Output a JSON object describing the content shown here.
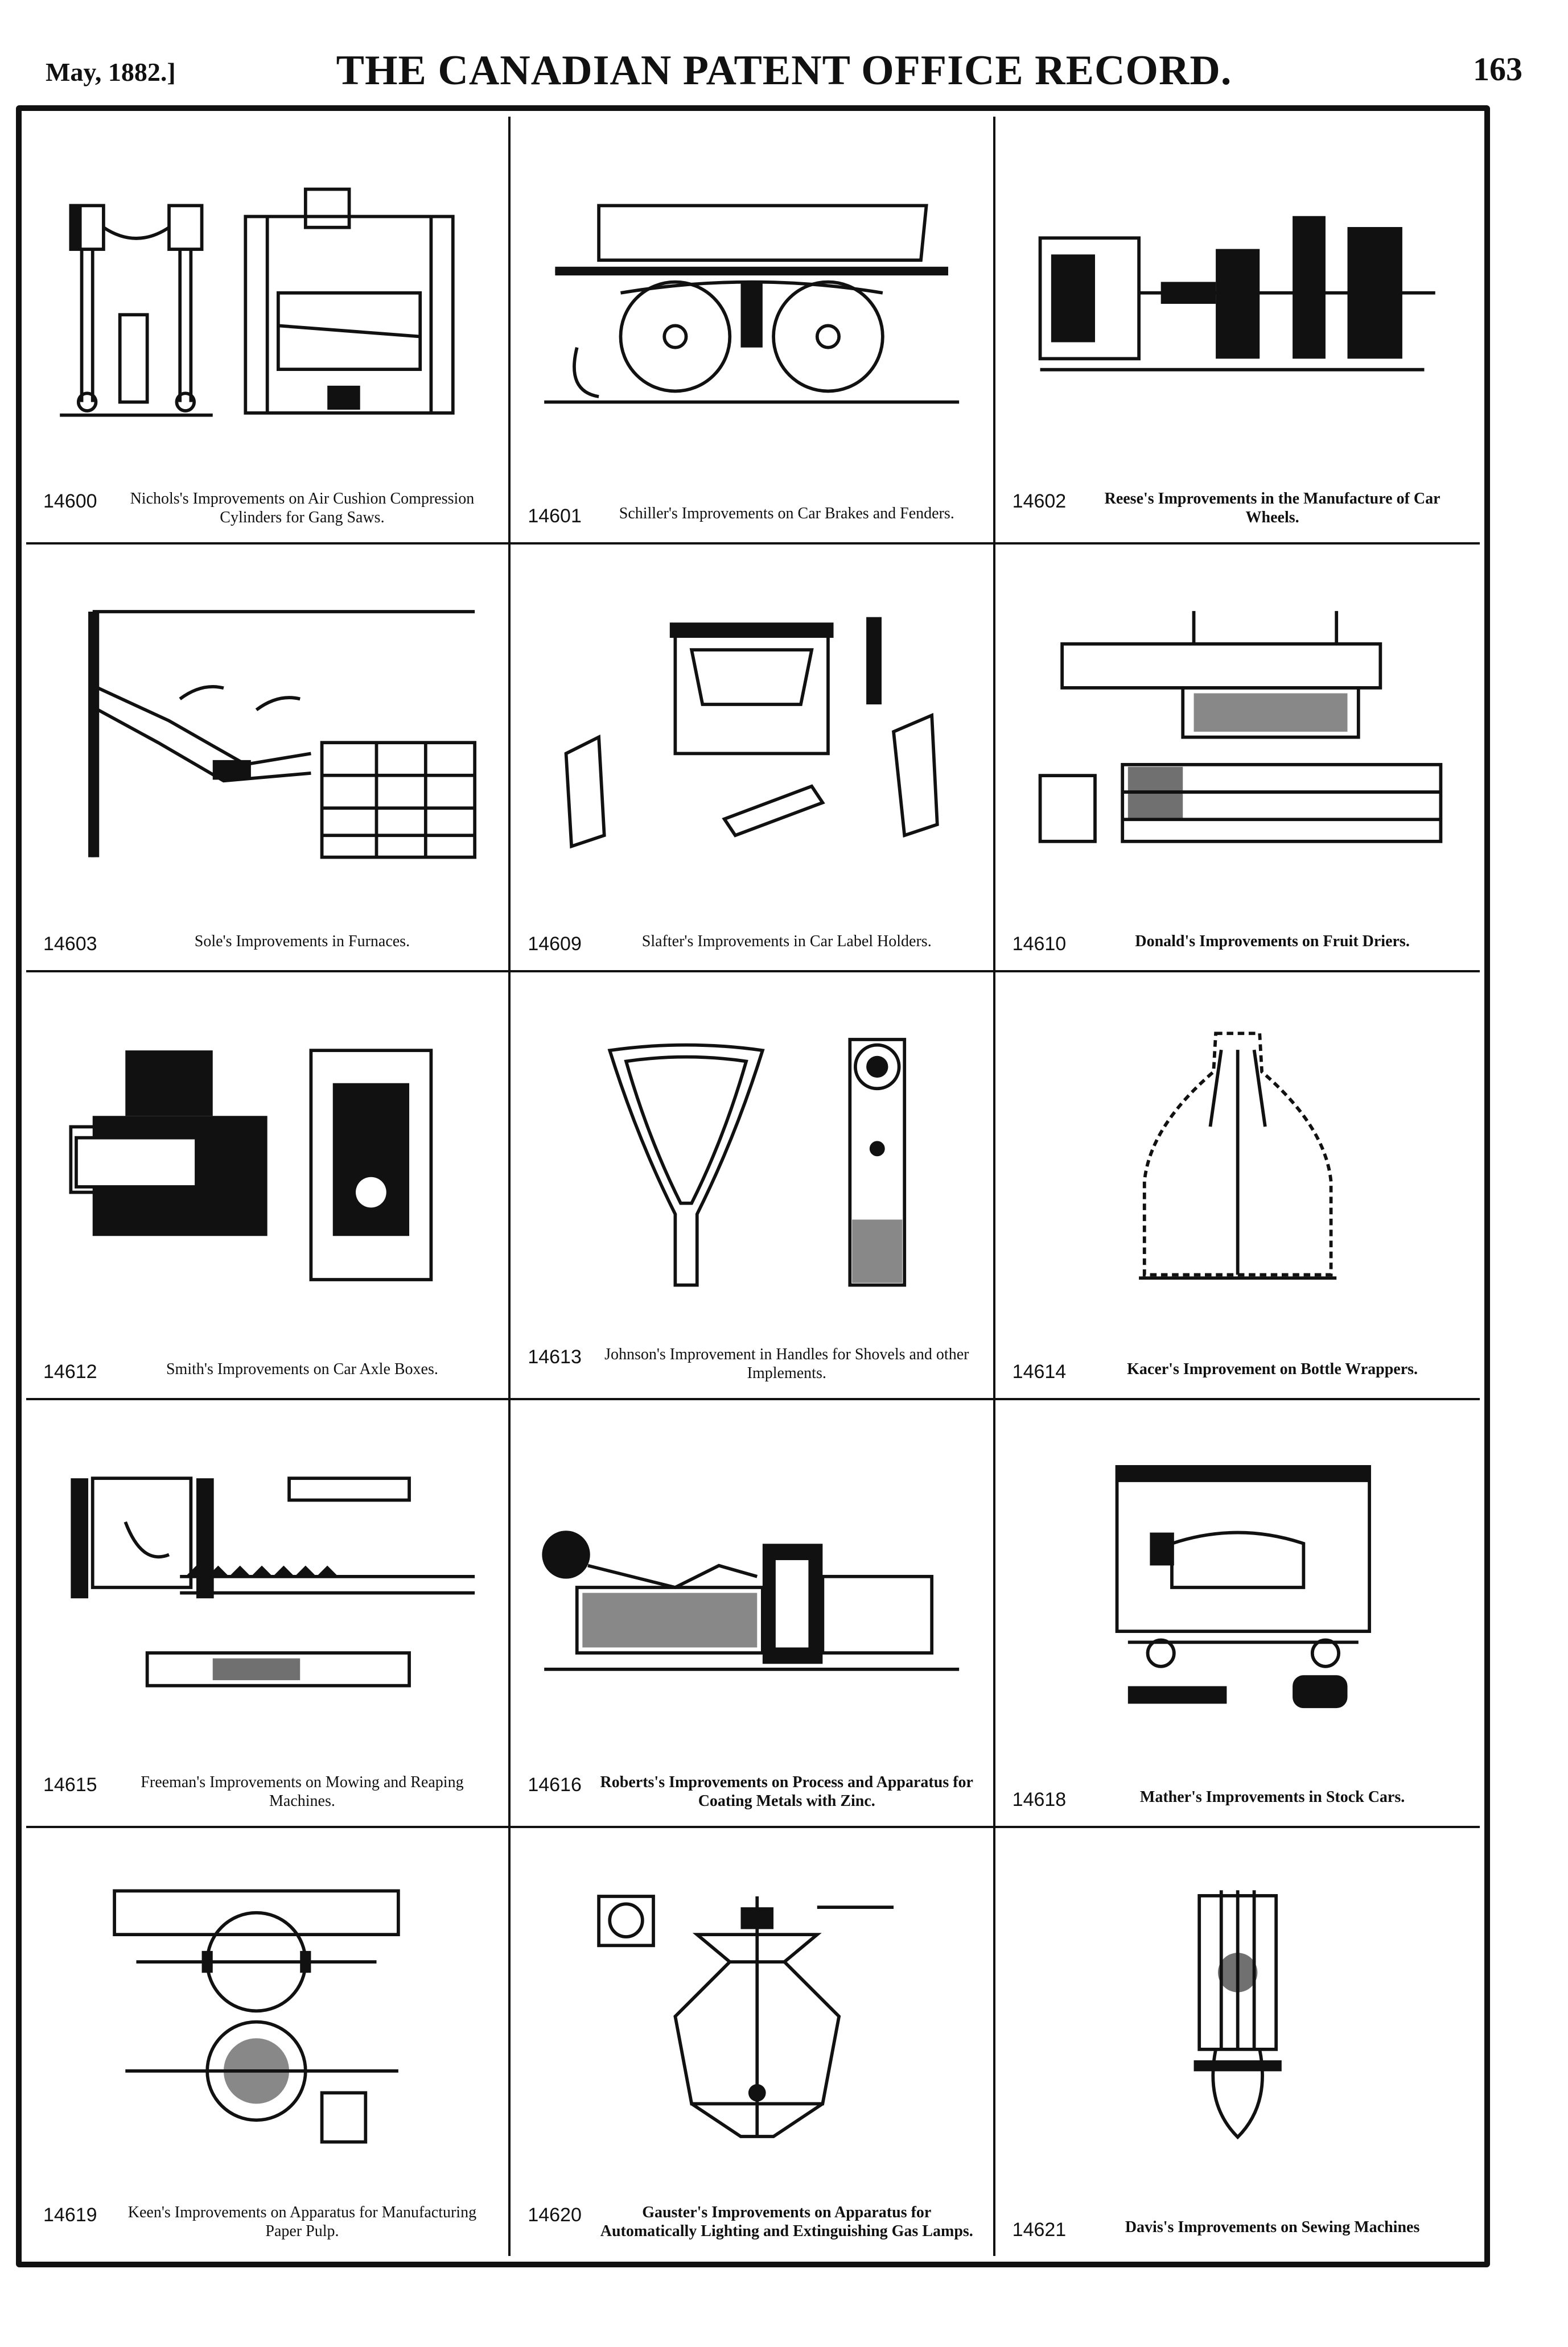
{
  "header": {
    "date": "May, 1882.]",
    "title": "THE CANADIAN PATENT OFFICE RECORD.",
    "page_number": "163"
  },
  "patents": [
    {
      "number": "14600",
      "title": "Nichols's Improvements on Air Cushion Compression Cylinders for Gang Saws.",
      "drawing": "mechanism-drawing-icon"
    },
    {
      "number": "14601",
      "title": "Schiller's Improvements on Car Brakes and Fenders.",
      "drawing": "railcar-wheels-drawing-icon"
    },
    {
      "number": "14602",
      "title": "Reese's Improvements in the Manufacture of Car Wheels.",
      "drawing": "gear-machine-drawing-icon"
    },
    {
      "number": "14603",
      "title": "Sole's Improvements in Furnaces.",
      "drawing": "furnace-drawing-icon"
    },
    {
      "number": "14609",
      "title": "Slafter's Improvements in Car Label Holders.",
      "drawing": "label-holder-drawing-icon"
    },
    {
      "number": "14610",
      "title": "Donald's Improvements on Fruit Driers.",
      "drawing": "fruit-drier-drawing-icon"
    },
    {
      "number": "14612",
      "title": "Smith's Improvements on Car Axle Boxes.",
      "drawing": "axle-box-drawing-icon"
    },
    {
      "number": "14613",
      "title": "Johnson's Improvement in Handles for Shovels and other Implements.",
      "drawing": "shovel-handle-drawing-icon"
    },
    {
      "number": "14614",
      "title": "Kacer's Improvement on Bottle Wrappers.",
      "drawing": "bottle-wrapper-drawing-icon"
    },
    {
      "number": "14615",
      "title": "Freeman's Improvements on Mowing and Reaping Machines.",
      "drawing": "mower-drawing-icon"
    },
    {
      "number": "14616",
      "title": "Roberts's Improvements on Process and Apparatus for Coating Metals with Zinc.",
      "drawing": "zinc-coating-drawing-icon"
    },
    {
      "number": "14618",
      "title": "Mather's Improvements in Stock Cars.",
      "drawing": "stock-car-drawing-icon"
    },
    {
      "number": "14619",
      "title": "Keen's Improvements on Apparatus for Manufacturing Paper Pulp.",
      "drawing": "paper-pulp-drawing-icon"
    },
    {
      "number": "14620",
      "title": "Gauster's Improvements on Apparatus for Automatically Lighting and Extinguishing Gas Lamps.",
      "drawing": "gas-lamp-drawing-icon"
    },
    {
      "number": "14621",
      "title": "Davis's Improvements on Sewing Machines",
      "drawing": "sewing-machine-drawing-icon"
    }
  ]
}
